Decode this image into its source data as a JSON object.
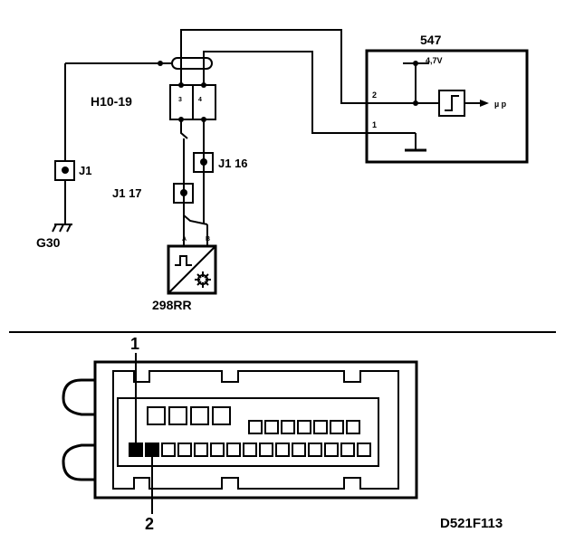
{
  "ecu": {
    "label": "547",
    "voltage": "4,7V",
    "pin_2": "2",
    "pin_1": "1",
    "output": "µ p"
  },
  "connector_block": {
    "label": "H10-19",
    "pin_3": "3",
    "pin_4": "4"
  },
  "splice_left": {
    "label": "J1"
  },
  "splice_mid_upper": {
    "label": "J1  16"
  },
  "splice_mid_lower": {
    "label": "J1  17"
  },
  "ground": {
    "label": "G30"
  },
  "sensor": {
    "label": "298RR",
    "pin_a": "A",
    "pin_b": "B"
  },
  "callouts": {
    "one": "1",
    "two": "2"
  },
  "figure_code": "D521F113"
}
